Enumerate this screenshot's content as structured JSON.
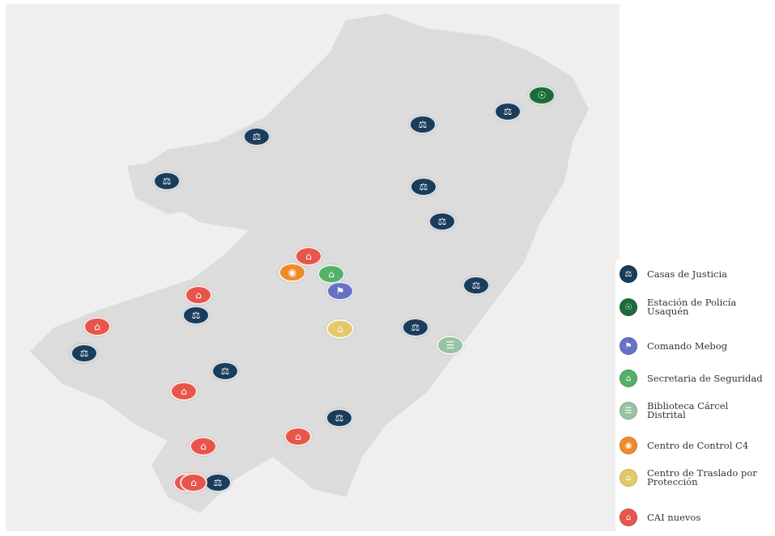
{
  "legend": [
    {
      "key": "casas",
      "label": "Casas de Justicia",
      "color": "#1b3d5c",
      "icon": "scales-icon"
    },
    {
      "key": "estacion",
      "label": "Estación de Policía Usaquén",
      "color": "#1d6b3a",
      "icon": "police-station-icon"
    },
    {
      "key": "mebog",
      "label": "Comando Mebog",
      "color": "#6673c4",
      "icon": "command-icon"
    },
    {
      "key": "secretaria",
      "label": "Secretaria de Seguridad",
      "color": "#55b06a",
      "icon": "security-office-icon"
    },
    {
      "key": "biblioteca",
      "label": "Biblioteca Cárcel Distrital",
      "color": "#98c4a4",
      "icon": "library-icon"
    },
    {
      "key": "c4",
      "label": "Centro de Control C4",
      "color": "#ef8c2a",
      "icon": "control-center-icon"
    },
    {
      "key": "traslado",
      "label": "Centro de Traslado por Protección",
      "color": "#e3c96a",
      "icon": "transfer-center-icon"
    },
    {
      "key": "cai",
      "label": "CAI nuevos",
      "color": "#e8564b",
      "icon": "cai-icon"
    }
  ],
  "markers": [
    {
      "type": "casas"
    },
    {
      "type": "casas"
    },
    {
      "type": "casas"
    },
    {
      "type": "casas"
    },
    {
      "type": "casas"
    },
    {
      "type": "casas"
    },
    {
      "type": "casas"
    },
    {
      "type": "casas"
    },
    {
      "type": "casas"
    },
    {
      "type": "casas"
    },
    {
      "type": "casas"
    },
    {
      "type": "casas"
    },
    {
      "type": "casas"
    },
    {
      "type": "casas"
    },
    {
      "type": "estacion"
    },
    {
      "type": "cai"
    },
    {
      "type": "cai"
    },
    {
      "type": "cai"
    },
    {
      "type": "cai"
    },
    {
      "type": "cai"
    },
    {
      "type": "cai"
    },
    {
      "type": "cai"
    },
    {
      "type": "cai"
    },
    {
      "type": "c4"
    },
    {
      "type": "secretaria"
    },
    {
      "type": "mebog"
    },
    {
      "type": "traslado"
    },
    {
      "type": "biblioteca"
    }
  ]
}
